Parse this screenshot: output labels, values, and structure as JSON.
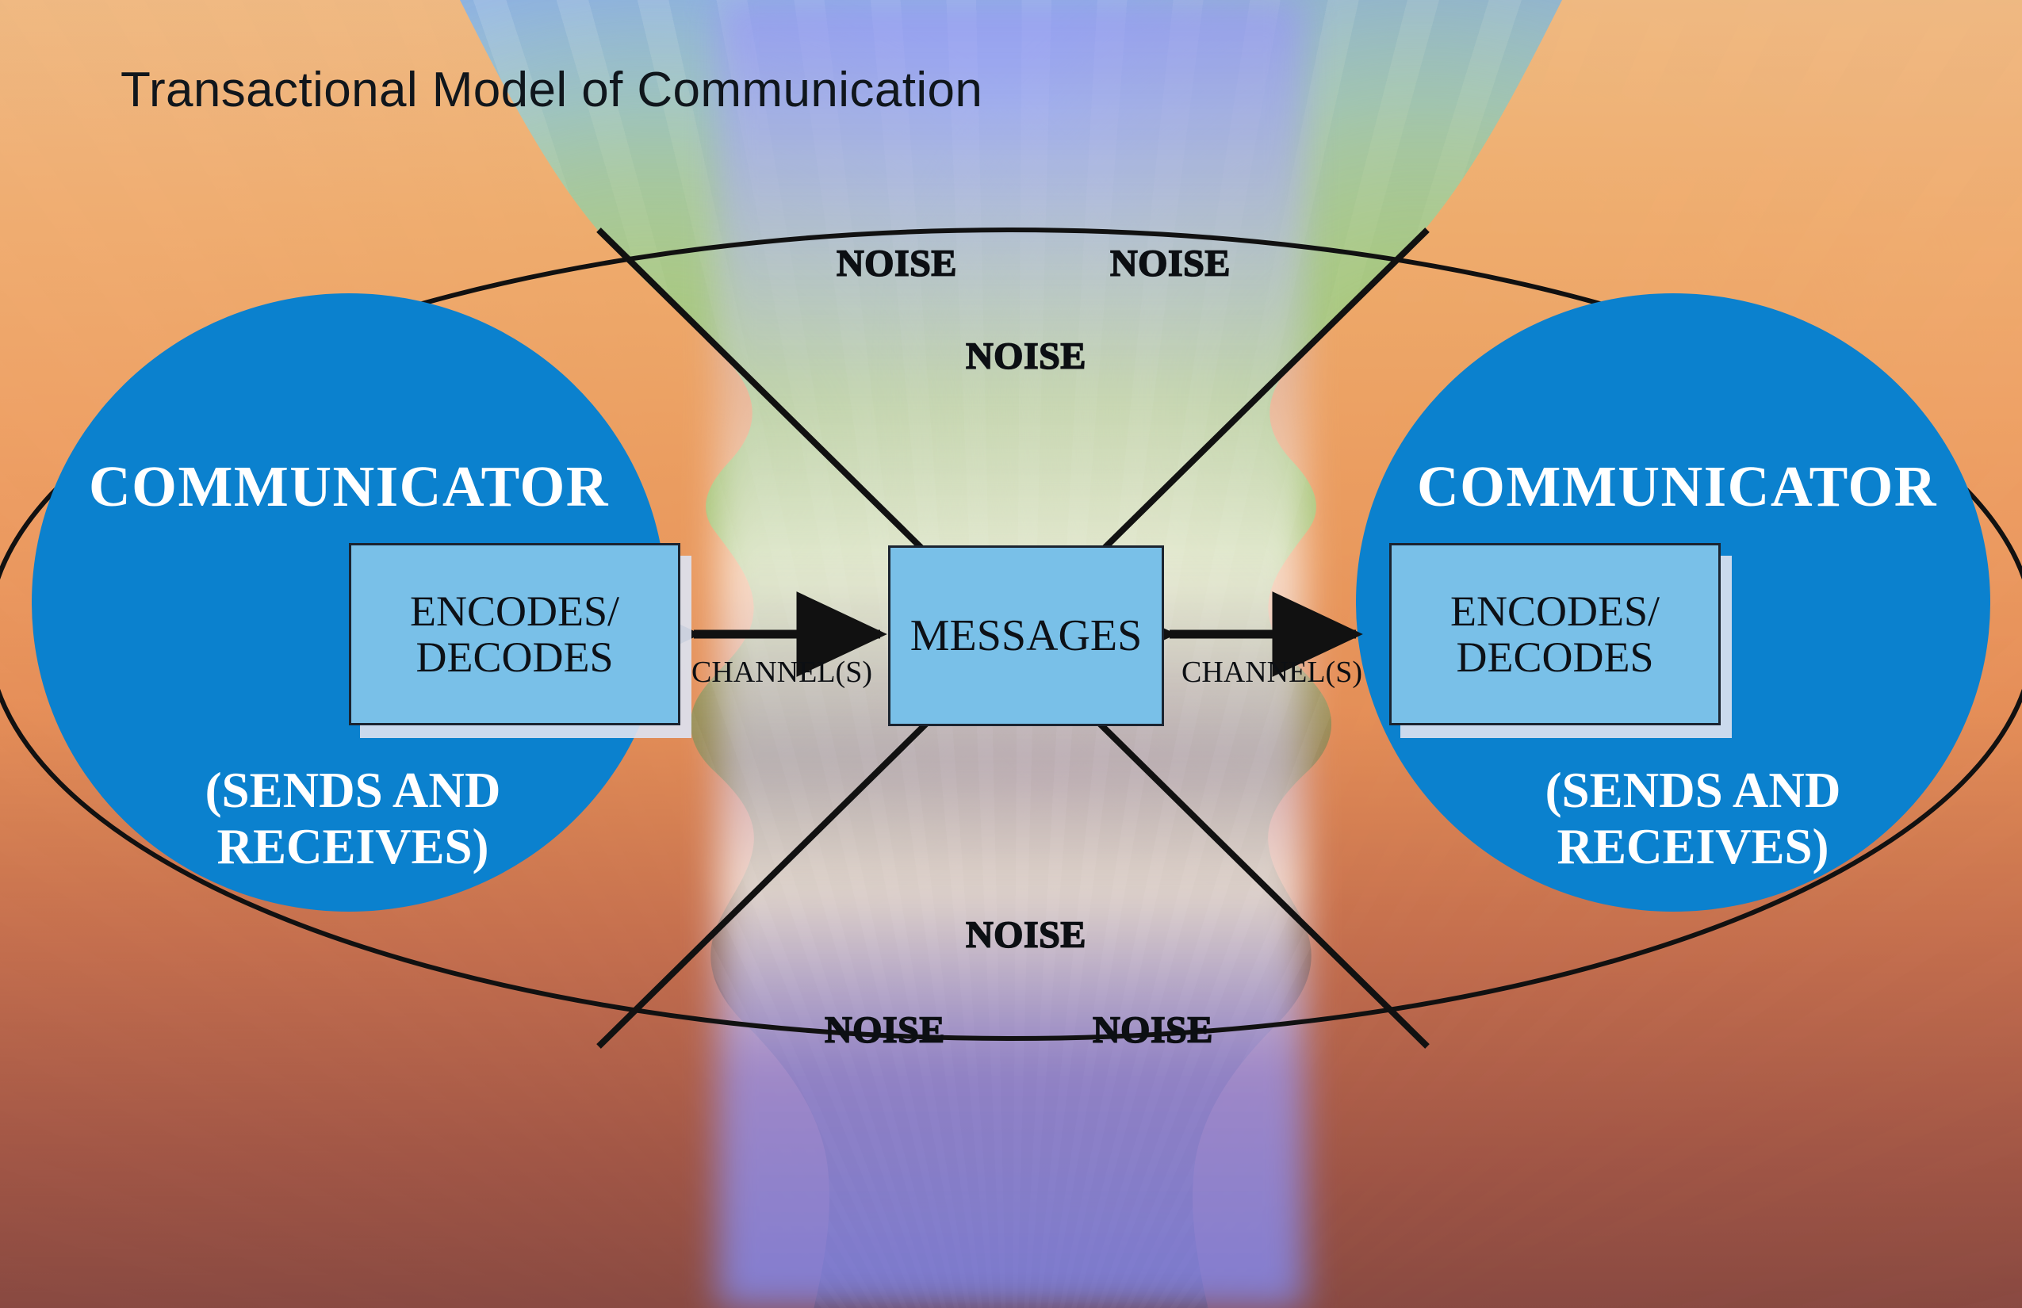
{
  "title": "Transactional Model of Communication",
  "colors": {
    "circle_blue": "#0B81CE",
    "box_light_blue": "#79C0E8",
    "box_border": "#1B2430",
    "line_black": "#111111",
    "label_white": "#FFFFFF",
    "title_text": "#10161C"
  },
  "communicators": [
    {
      "id": "left",
      "label": "COMMUNICATOR",
      "sublabel": "(SENDS AND\nRECEIVES)",
      "box_label": "ENCODES/\nDECODES"
    },
    {
      "id": "right",
      "label": "COMMUNICATOR",
      "sublabel": "(SENDS AND\nRECEIVES)",
      "box_label": "ENCODES/\nDECODES"
    }
  ],
  "messages_box": {
    "label": "MESSAGES"
  },
  "channels": [
    {
      "id": "left-channel",
      "label": "CHANNEL(S)"
    },
    {
      "id": "right-channel",
      "label": "CHANNEL(S)"
    }
  ],
  "noise_labels": [
    {
      "id": "noise-top-left",
      "label": "NOISE"
    },
    {
      "id": "noise-top-right",
      "label": "NOISE"
    },
    {
      "id": "noise-top-center",
      "label": "NOISE"
    },
    {
      "id": "noise-bottom-center",
      "label": "NOISE"
    },
    {
      "id": "noise-bottom-left",
      "label": "NOISE"
    },
    {
      "id": "noise-bottom-right",
      "label": "NOISE"
    }
  ]
}
